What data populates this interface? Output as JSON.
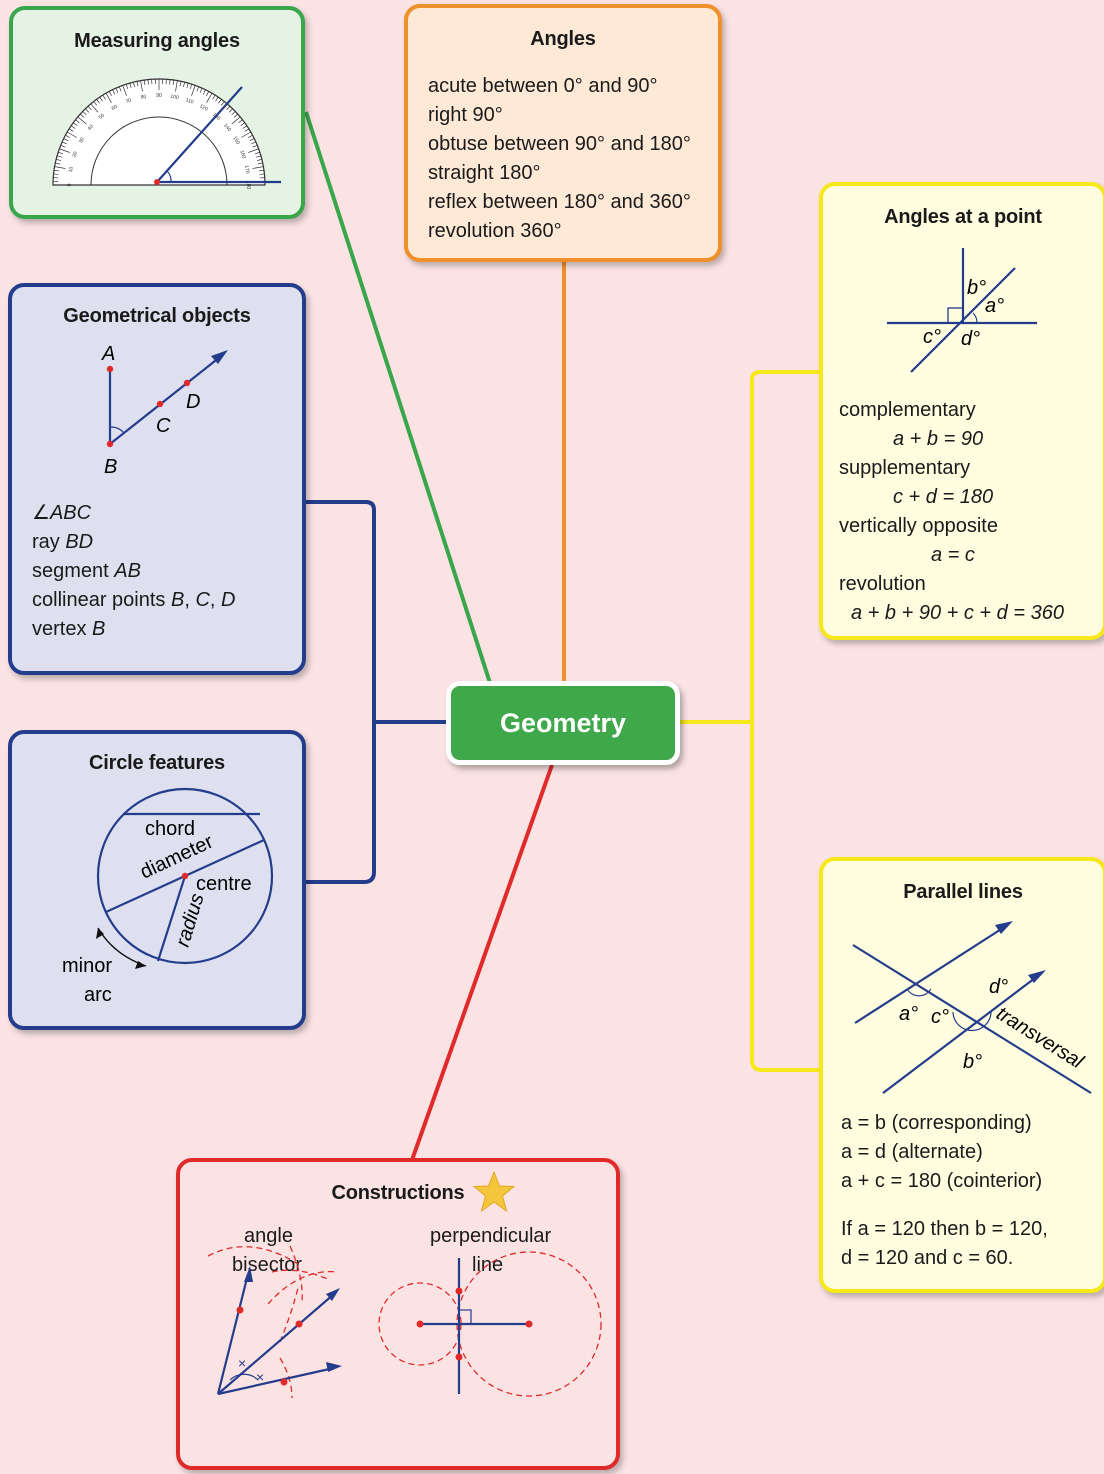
{
  "center": {
    "label": "Geometry"
  },
  "colors": {
    "measuring": "#3aa64a",
    "angles": "#f0902a",
    "objects": "#233c8c",
    "point": "#f7e81c",
    "constructions": "#e02a2a"
  },
  "measuring": {
    "title": "Measuring angles",
    "scale": [
      "0",
      "10",
      "20",
      "30",
      "40",
      "50",
      "60",
      "70",
      "80",
      "90",
      "100",
      "110",
      "120",
      "130",
      "140",
      "150",
      "160",
      "170",
      "180"
    ]
  },
  "angles": {
    "title": "Angles",
    "items": [
      "acute between 0° and 90°",
      "right 90°",
      "obtuse between 90° and 180°",
      "straight 180°",
      "reflex between 180° and 360°",
      "revolution 360°"
    ]
  },
  "objects": {
    "title": "Geometrical objects",
    "points": {
      "a": "A",
      "b": "B",
      "c": "C",
      "d": "D"
    },
    "items": [
      {
        "prefix": "∠",
        "italic": "ABC"
      },
      {
        "prefix": "ray ",
        "italic": "BD"
      },
      {
        "prefix": "segment ",
        "italic": "AB"
      },
      {
        "prefix": "collinear points ",
        "italic": "B",
        "mid1": ", ",
        "italic2": "C",
        "mid2": ", ",
        "italic3": "D"
      },
      {
        "prefix": "vertex ",
        "italic": "B"
      }
    ]
  },
  "circle": {
    "title": "Circle features",
    "labels": {
      "chord": "chord",
      "diameter": "diameter",
      "centre": "centre",
      "radius": "radius",
      "minor": "minor",
      "arc": "arc"
    }
  },
  "point": {
    "title": "Angles at a point",
    "labels": {
      "a": "a°",
      "b": "b°",
      "c": "c°",
      "d": "d°"
    },
    "complementary": "complementary",
    "complementary_eq": "a + b = 90",
    "supplementary": "supplementary",
    "supplementary_eq": "c + d = 180",
    "vertical": "vertically opposite",
    "vertical_eq": "a = c",
    "revolution": "revolution",
    "revolution_eq": "a + b + 90 + c + d = 360"
  },
  "parallel": {
    "title": "Parallel lines",
    "labels": {
      "a": "a°",
      "b": "b°",
      "c": "c°",
      "d": "d°",
      "transversal": "transversal"
    },
    "line1": "a = b (corresponding)",
    "line2": "a = d (alternate)",
    "line3": "a + c = 180 (cointerior)",
    "line4": "If a = 120 then b = 120,",
    "line5": "d = 120 and c = 60."
  },
  "constructions": {
    "title": "Constructions",
    "bisector_1": "angle",
    "bisector_2": "bisector",
    "perp_1": "perpendicular",
    "perp_2": "line"
  }
}
